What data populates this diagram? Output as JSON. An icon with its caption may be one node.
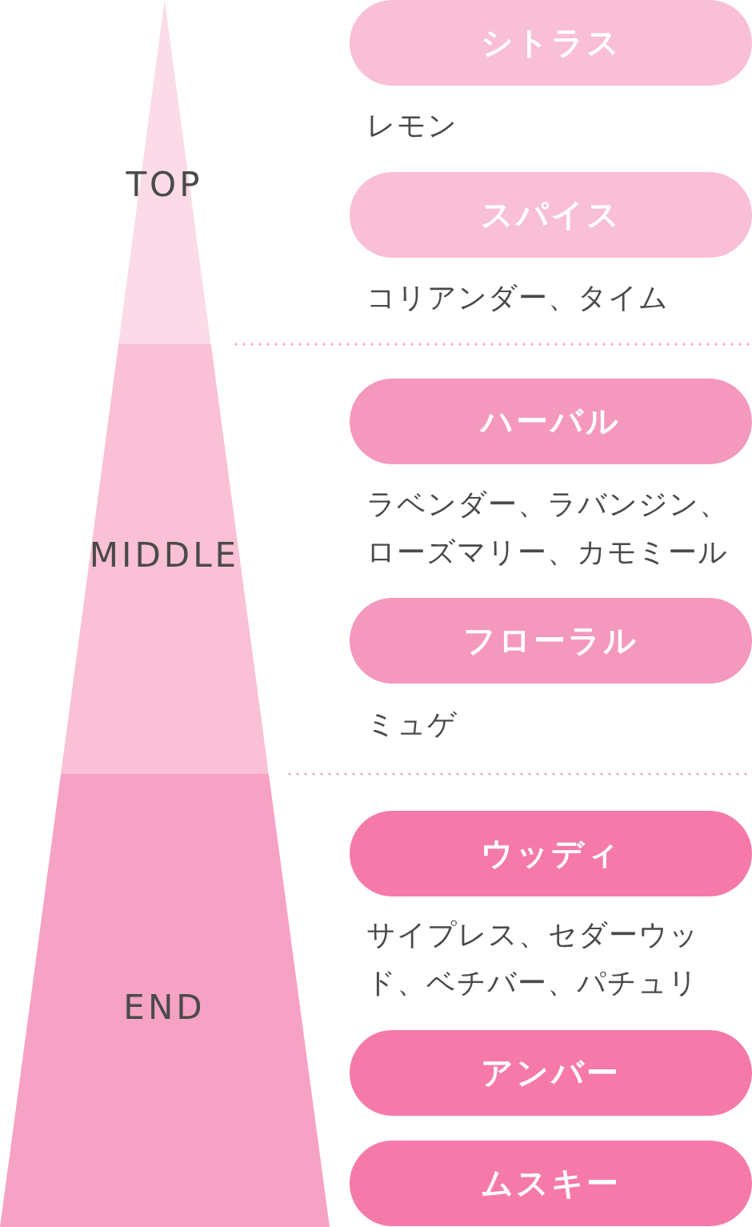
{
  "diagram": {
    "nodes": [
      {
        "text": [
          "TOP"
        ]
      },
      {
        "text": [
          "MIDDLE"
        ]
      },
      {
        "text": [
          "END"
        ]
      },
      {
        "text": [
          "シトラス"
        ],
        "beside": [
          "レモン"
        ]
      },
      {
        "text": [
          "スパイス"
        ],
        "beside": [
          "コリアンダー、タイム"
        ]
      },
      {
        "text": [
          "ハーバル"
        ],
        "beside": [
          "ラベンダー、ラバンジン、ローズマリー、カモミール"
        ]
      },
      {
        "text": [
          "フローラル"
        ],
        "beside": [
          "ミュゲ"
        ]
      },
      {
        "text": [
          "ウッディ"
        ],
        "beside": [
          "サイプレス、セダーウッド、ベチバー、パチュリ"
        ]
      },
      {
        "text": [
          "アンバー"
        ]
      },
      {
        "text": [
          "ムスキー"
        ]
      }
    ],
    "edges": []
  }
}
